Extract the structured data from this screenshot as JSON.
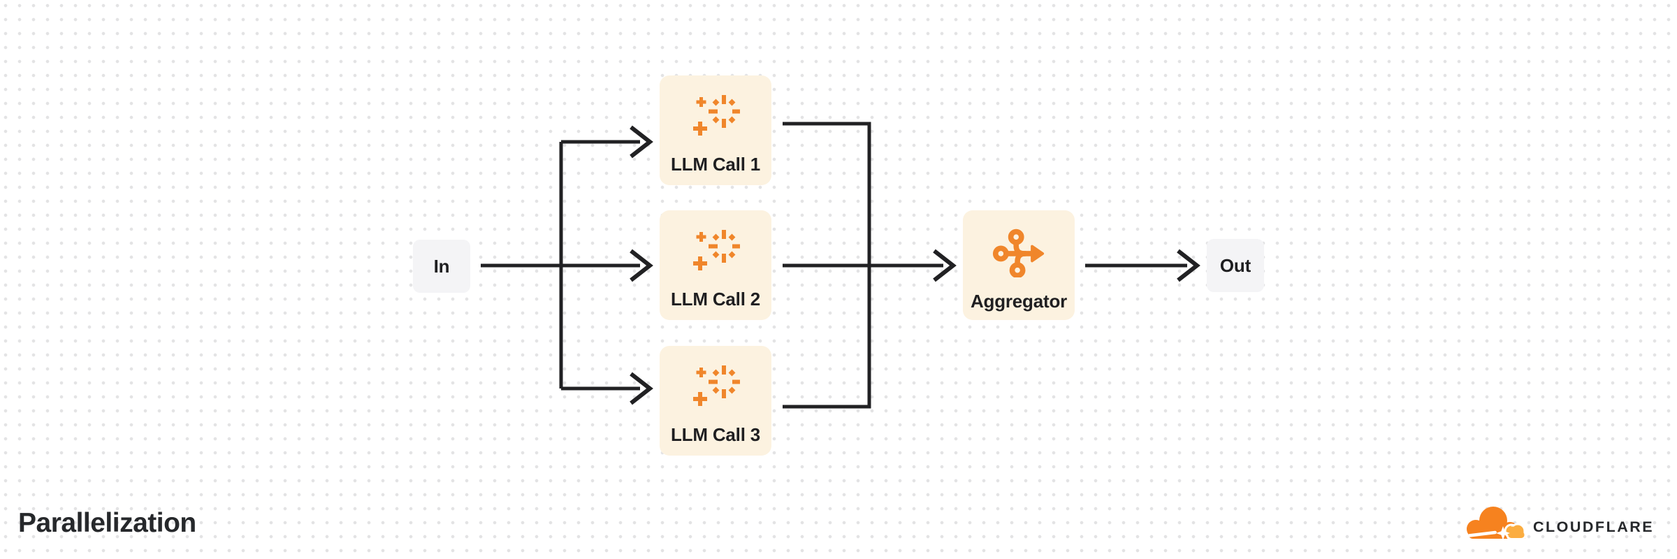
{
  "title": "Parallelization",
  "nodes": {
    "input": {
      "label": "In"
    },
    "llm_call_1": {
      "label": "LLM Call 1"
    },
    "llm_call_2": {
      "label": "LLM Call 2"
    },
    "llm_call_3": {
      "label": "LLM Call 3"
    },
    "aggregator": {
      "label": "Aggregator"
    },
    "output": {
      "label": "Out"
    }
  },
  "branding": {
    "wordmark": "CLOUDFLARE"
  },
  "colors": {
    "accent_orange": "#F0862B",
    "task_node_fill": "#FCF2E0",
    "io_node_fill": "#F4F4F6",
    "connector_line": "#212123",
    "label_text": "#1F1F21",
    "title_text": "#26282B",
    "grid_dot": "#E3E3E4",
    "cloud_front": "#F6821F",
    "cloud_back": "#FBAD41"
  }
}
